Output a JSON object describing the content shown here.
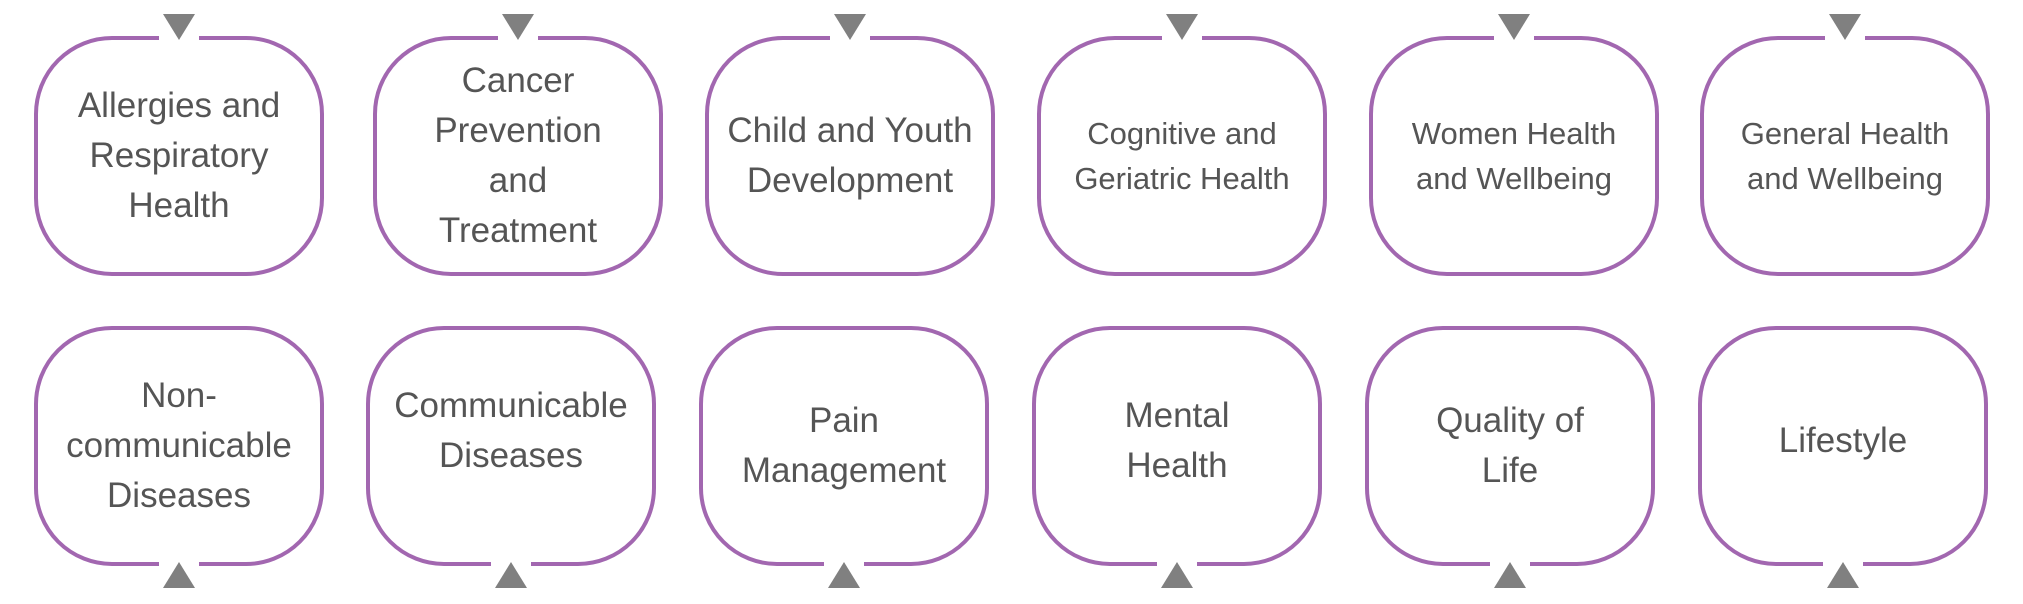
{
  "top_row": [
    {
      "label": "Allergies and Respiratory Health"
    },
    {
      "label": "Cancer Prevention and Treatment"
    },
    {
      "label": "Child and Youth Development"
    },
    {
      "label": "Cognitive and Geriatric Health"
    },
    {
      "label": "Women Health and Wellbeing"
    },
    {
      "label": "General Health and Wellbeing"
    }
  ],
  "bottom_row": [
    {
      "label": "Non-communicable Diseases"
    },
    {
      "label": "Communicable Diseases"
    },
    {
      "label": "Pain Management"
    },
    {
      "label": "Mental Health"
    },
    {
      "label": "Quality of Life"
    },
    {
      "label": "Lifestyle"
    }
  ],
  "colors": {
    "border": "#a267b0",
    "text": "#555555",
    "arrow": "#808080"
  }
}
